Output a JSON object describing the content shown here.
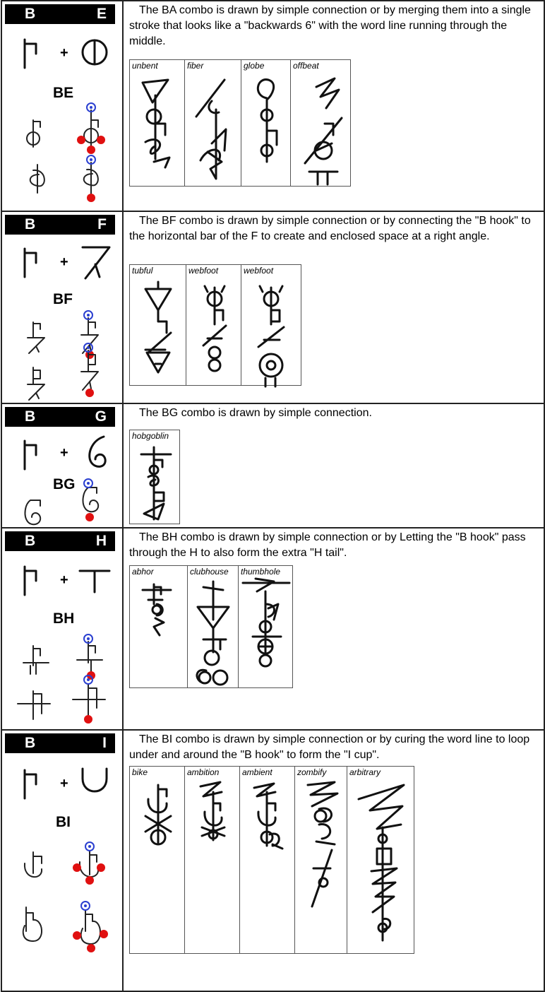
{
  "sections": [
    {
      "header_left": "B",
      "header_right": "E",
      "combo": "BE",
      "description": "The BA combo is drawn by simple connection or by merging them into a single stroke that looks like a \"backwards 6\" with the word line running through the middle.",
      "examples": [
        "unbent",
        "fiber",
        "globe",
        "offbeat"
      ]
    },
    {
      "header_left": "B",
      "header_right": "F",
      "combo": "BF",
      "description": "The BF combo is drawn by simple connection or by connecting the \"B hook\" to the horizontal bar of the F to create and enclosed space at a right angle.",
      "examples": [
        "tubful",
        "webfoot",
        "webfoot"
      ]
    },
    {
      "header_left": "B",
      "header_right": "G",
      "combo": "BG",
      "description": "The BG combo is drawn by simple connection.",
      "examples": [
        "hobgoblin"
      ]
    },
    {
      "header_left": "B",
      "header_right": "H",
      "combo": "BH",
      "description": "The BH combo is drawn by simple connection or by Letting the \"B hook\" pass through the H to also form the extra \"H tail\".",
      "examples": [
        "abhor",
        "clubhouse",
        "thumbhole"
      ]
    },
    {
      "header_left": "B",
      "header_right": "I",
      "combo": "BI",
      "description": "The BI combo is drawn by simple connection or by curing the word line to loop under and around the \"B hook\" to form the \"I cup\".",
      "examples": [
        "bike",
        "ambition",
        "ambient",
        "zombify",
        "arbitrary"
      ]
    }
  ],
  "plus_sign": "+",
  "colors": {
    "marker_start": "#2a3fd0",
    "marker_end": "#e01010"
  }
}
